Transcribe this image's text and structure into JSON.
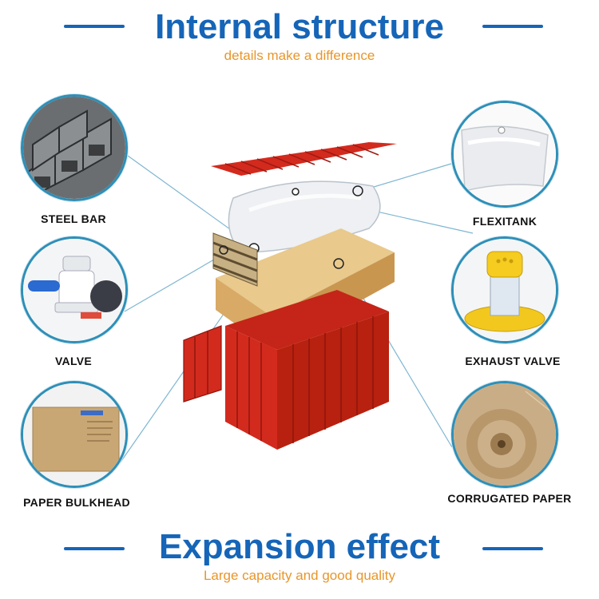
{
  "header": {
    "title": "Internal structure",
    "subtitle": "details make a difference"
  },
  "footer": {
    "title": "Expansion effect",
    "subtitle": "Large capacity and good quality"
  },
  "components": {
    "steel_bar": "STEEL BAR",
    "valve": "VALVE",
    "paper_bulkhead": "PAPER BULKHEAD",
    "flexitank": "FLEXITANK",
    "exhaust_valve": "EXHAUST VALVE",
    "corrugated_paper": "CORRUGATED PAPER"
  },
  "colors": {
    "title_blue": "#1565b8",
    "subtitle_orange": "#e8962a",
    "container_red": "#d32a1e",
    "ring_blue": "#2e8fb7"
  }
}
